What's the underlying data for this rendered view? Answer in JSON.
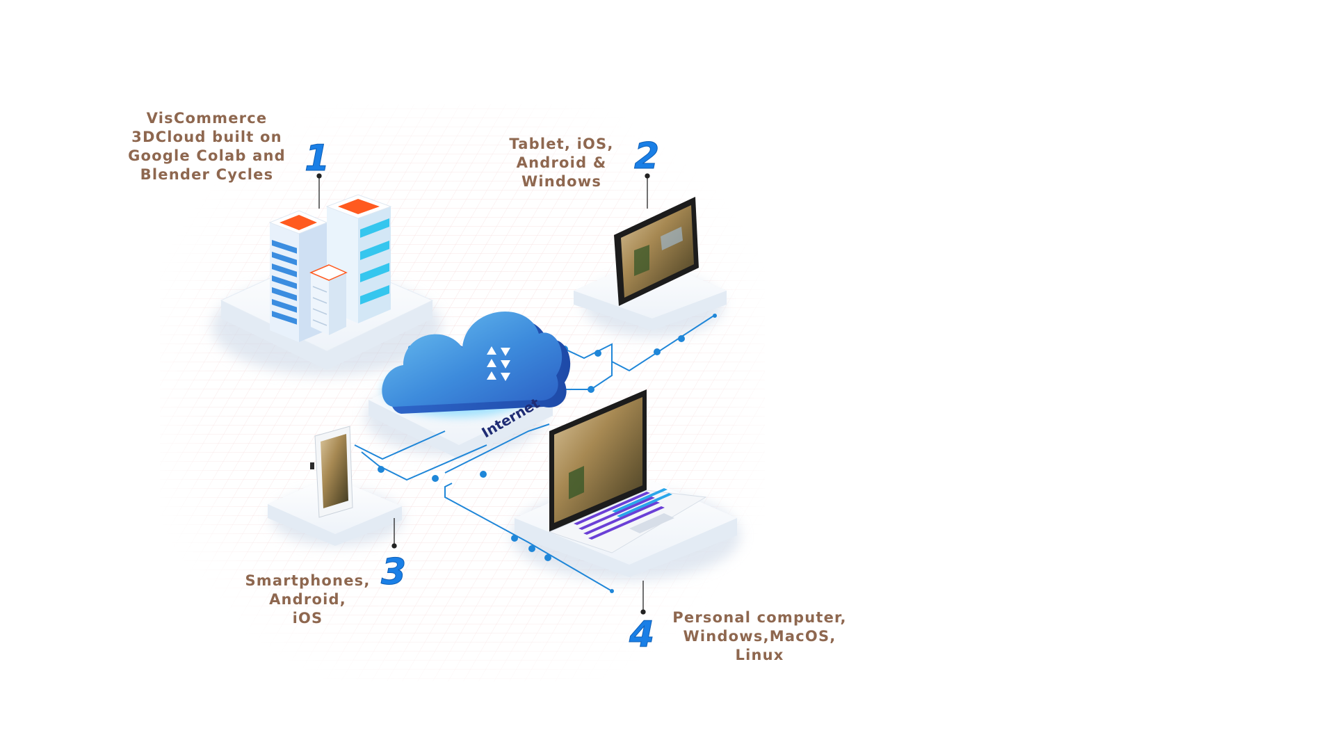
{
  "colors": {
    "label_text": "#8e674f",
    "number_blue": "#1a7fe6",
    "cloud_blue": "#3d8bdc",
    "platform": "#f2f6fb",
    "connector": "#1f86d8",
    "server_accent": "#ff5a1f",
    "cloud_text": "#1f2c74"
  },
  "nodes": [
    {
      "number": "1",
      "lines": [
        "VisCommerce",
        "3DCloud built on",
        "Google Colab and",
        "Blender Cycles"
      ]
    },
    {
      "number": "2",
      "lines": [
        "Tablet, iOS,",
        "Android &",
        "Windows"
      ]
    },
    {
      "number": "3",
      "lines": [
        "Smartphones,",
        "Android,",
        "iOS"
      ]
    },
    {
      "number": "4",
      "lines": [
        "Personal computer,",
        "Windows,MacOS,",
        "Linux"
      ]
    }
  ],
  "cloud": {
    "label": "Internet"
  }
}
